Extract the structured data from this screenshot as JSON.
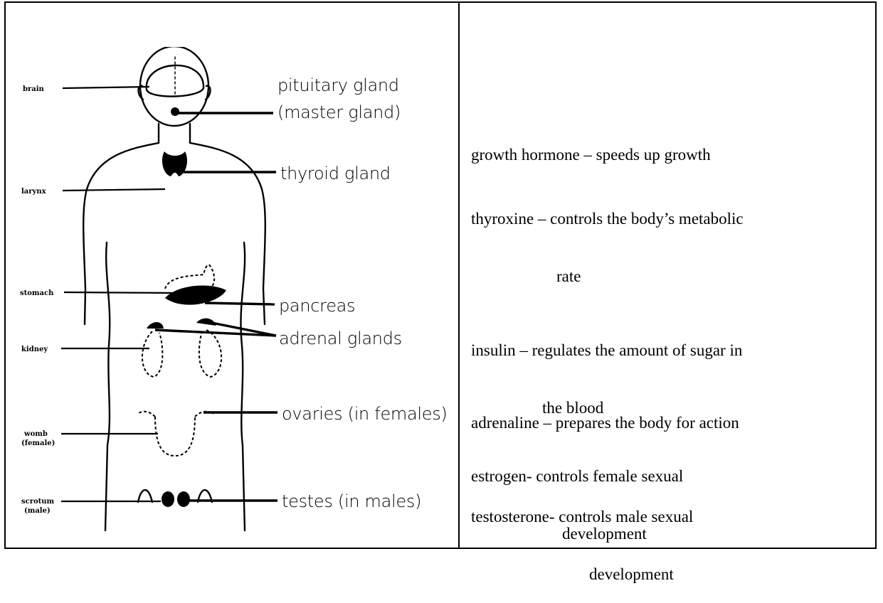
{
  "diagram": {
    "left_labels": {
      "brain": "brain",
      "larynx": "larynx",
      "stomach": "stomach",
      "kidney": "kidney",
      "womb": "womb",
      "womb_note": "(female)",
      "scrotum": "scrotum",
      "scrotum_note": "(male)"
    },
    "right_labels": {
      "pituitary": "pituitary gland",
      "pituitary_note": "(master gland)",
      "thyroid": "thyroid gland",
      "pancreas": "pancreas",
      "adrenal": "adrenal glands",
      "ovaries": "ovaries (in females)",
      "testes": "testes (in males)"
    }
  },
  "hormones": [
    {
      "line1": "growth hormone – speeds up growth",
      "line2": ""
    },
    {
      "line1": "thyroxine – controls the body’s metabolic",
      "line2": "rate"
    },
    {
      "line1": "insulin – regulates the amount of sugar in",
      "line2": "the blood"
    },
    {
      "line1": "adrenaline – prepares the body for action",
      "line2": ""
    },
    {
      "line1": "estrogen- controls female sexual",
      "line2": "development"
    },
    {
      "line1": "testosterone- controls male sexual",
      "line2": "development"
    }
  ]
}
